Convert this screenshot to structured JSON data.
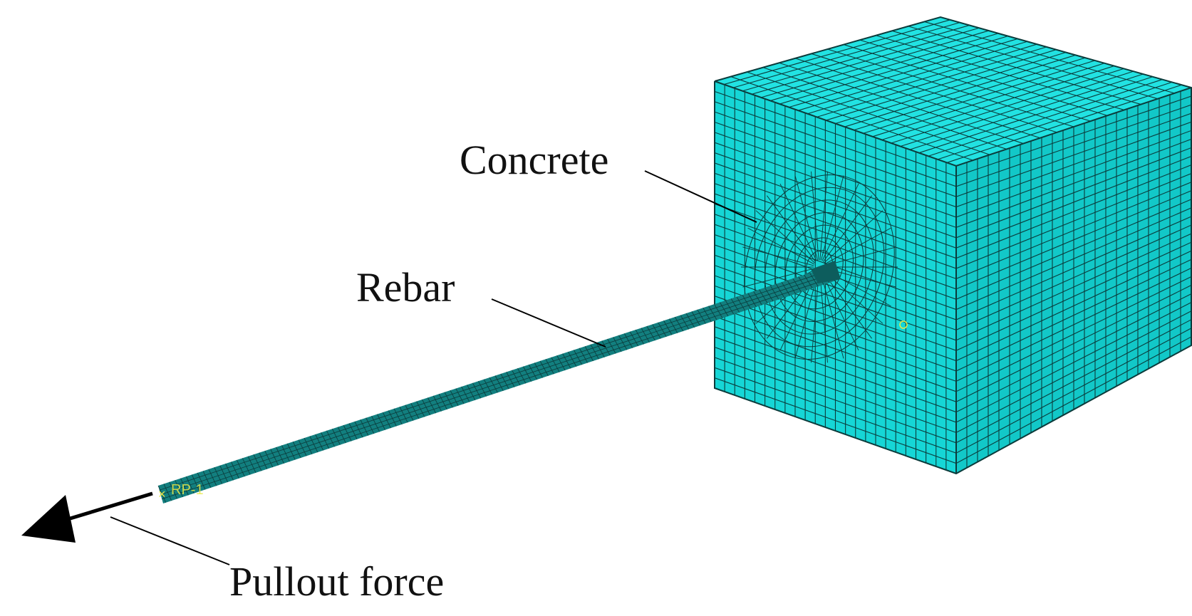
{
  "figure": {
    "labels": {
      "concrete": "Concrete",
      "rebar": "Rebar",
      "pullout_force": "Pullout force",
      "reference_point": "RP-1"
    },
    "colors": {
      "mesh_fill_front": "#16d6d6",
      "mesh_fill_top": "#22e2e2",
      "mesh_fill_side": "#12c8c8",
      "mesh_lines": "#0b3b3b",
      "rebar_fill": "#127f7f",
      "arrow": "#000000",
      "leader_lines": "#000000",
      "rp_marker": "#e8e84a"
    }
  }
}
